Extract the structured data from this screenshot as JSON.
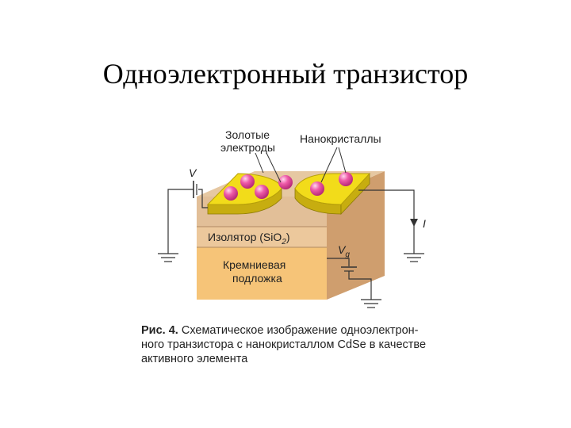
{
  "title": "Одноэлектронный транзистор",
  "labels": {
    "gold_electrodes_1": "Золотые",
    "gold_electrodes_2": "электроды",
    "nanocrystals": "Нанокристаллы",
    "insulator_pre": "Изолятор (SiO",
    "insulator_sub": "2",
    "insulator_post": ")",
    "substrate_1": "Кремниевая",
    "substrate_2": "подложка",
    "voltage": "V",
    "current": "I",
    "gate_voltage": "V",
    "gate_sub": "g"
  },
  "caption": {
    "prefix": "Рис. 4.",
    "line1": " Схематическое изображение одноэлектрон-",
    "line2": "ного транзистора с нанокристаллом CdSe в качестве",
    "line3": "активного элемента"
  },
  "colors": {
    "substrate": "#f6c478",
    "insulator": "#ecc89c",
    "top_block": "#e2bf98",
    "right_side": "#cf9e6e",
    "electrode": "#f2dc1a",
    "electrode_edge": "#b7a00a",
    "nanocrystal": "#ee5aa8",
    "wire": "#333333"
  }
}
